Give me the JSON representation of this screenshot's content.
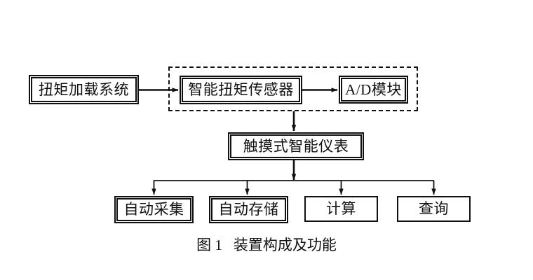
{
  "figure": {
    "caption_number": "图 1",
    "caption_text": "装置构成及功能",
    "background_color": "#ffffff",
    "line_color": "#111111"
  },
  "diagram": {
    "type": "block-diagram",
    "orientation": "top-down",
    "nodes": [
      {
        "id": "torque-loading",
        "label": "扭矩加载系统",
        "row": 1
      },
      {
        "id": "smart-sensor",
        "label": "智能扭矩传感器",
        "row": 1
      },
      {
        "id": "ad-module",
        "label": "A/D模块",
        "row": 1
      },
      {
        "id": "touch-meter",
        "label": "触摸式智能仪表",
        "row": 2
      },
      {
        "id": "auto-collect",
        "label": "自动采集",
        "row": 3
      },
      {
        "id": "auto-store",
        "label": "自动存储",
        "row": 3
      },
      {
        "id": "calculate",
        "label": "计算",
        "row": 3
      },
      {
        "id": "query",
        "label": "查询",
        "row": 3
      }
    ],
    "group_frame": {
      "id": "acquisition-group",
      "style": "dashed",
      "contains": [
        "smart-sensor",
        "ad-module"
      ]
    },
    "edges": [
      {
        "from": "torque-loading",
        "to": "smart-sensor",
        "arrow": true
      },
      {
        "from": "smart-sensor",
        "to": "ad-module",
        "arrow": true
      },
      {
        "from": "acquisition-group",
        "to": "touch-meter",
        "arrow": true
      },
      {
        "from": "touch-meter",
        "to": "auto-collect",
        "arrow": true
      },
      {
        "from": "touch-meter",
        "to": "auto-store",
        "arrow": true
      },
      {
        "from": "touch-meter",
        "to": "calculate",
        "arrow": true
      },
      {
        "from": "touch-meter",
        "to": "query",
        "arrow": true
      }
    ]
  }
}
